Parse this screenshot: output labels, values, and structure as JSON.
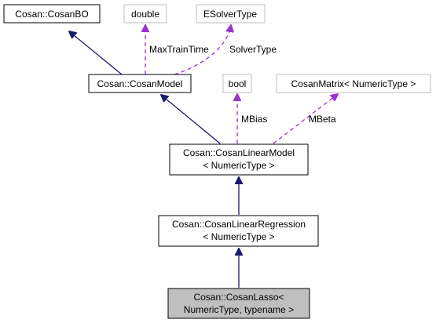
{
  "colors": {
    "inherit_edge": "#191970",
    "member_edge": "#9a32cd",
    "node_border": "#000000",
    "node_border_grey": "#bfbfbf",
    "current_node_fill": "#bfbfbf"
  },
  "nodes": {
    "cosan_bo": {
      "lines": [
        "Cosan::CosanBO"
      ]
    },
    "double": {
      "lines": [
        "double"
      ]
    },
    "esolver_type": {
      "lines": [
        "ESolverType"
      ]
    },
    "cosan_model": {
      "lines": [
        "Cosan::CosanModel"
      ]
    },
    "bool": {
      "lines": [
        "bool"
      ]
    },
    "cosan_matrix": {
      "lines": [
        "CosanMatrix< NumericType >"
      ]
    },
    "cosan_linear_model": {
      "lines": [
        "Cosan::CosanLinearModel",
        "< NumericType >"
      ]
    },
    "cosan_linear_regression": {
      "lines": [
        "Cosan::CosanLinearRegression",
        "< NumericType >"
      ]
    },
    "cosan_lasso": {
      "lines": [
        "Cosan::CosanLasso<",
        "NumericType, typename >"
      ]
    }
  },
  "edge_labels": {
    "max_train_time": "MaxTrainTime",
    "solver_type": "SolverType",
    "m_bias": "MBias",
    "m_beta": "MBeta"
  }
}
